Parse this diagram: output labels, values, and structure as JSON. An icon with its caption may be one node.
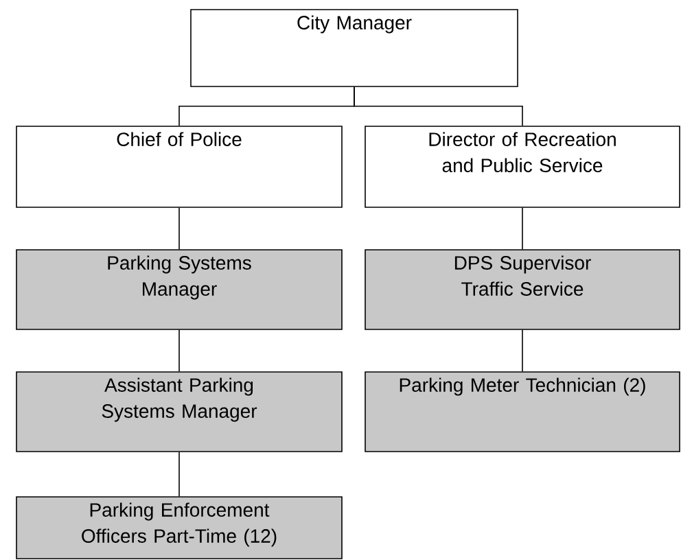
{
  "diagram": {
    "nodes": [
      {
        "text": [
          "City Manager"
        ]
      },
      {
        "text": [
          "Chief of Police"
        ]
      },
      {
        "text": [
          "Director of Recreation and Public Service"
        ]
      },
      {
        "text": [
          "Parking Systems Manager"
        ]
      },
      {
        "text": [
          "DPS Supervisor Traffic Service"
        ]
      },
      {
        "text": [
          "Assistant Parking Systems Manager"
        ]
      },
      {
        "text": [
          "Parking Meter Technician (2)"
        ]
      },
      {
        "text": [
          "Parking Enforcement Officers Part-Time (12)"
        ]
      }
    ],
    "edges": [
      {
        "from": 0,
        "to": 1,
        "arrow": "none"
      },
      {
        "from": 0,
        "to": 2,
        "arrow": "none"
      },
      {
        "from": 1,
        "to": 3,
        "arrow": "none"
      },
      {
        "from": 3,
        "to": 5,
        "arrow": "none"
      },
      {
        "from": 5,
        "to": 7,
        "arrow": "none"
      },
      {
        "from": 2,
        "to": 4,
        "arrow": "none"
      },
      {
        "from": 4,
        "to": 6,
        "arrow": "none"
      }
    ]
  }
}
